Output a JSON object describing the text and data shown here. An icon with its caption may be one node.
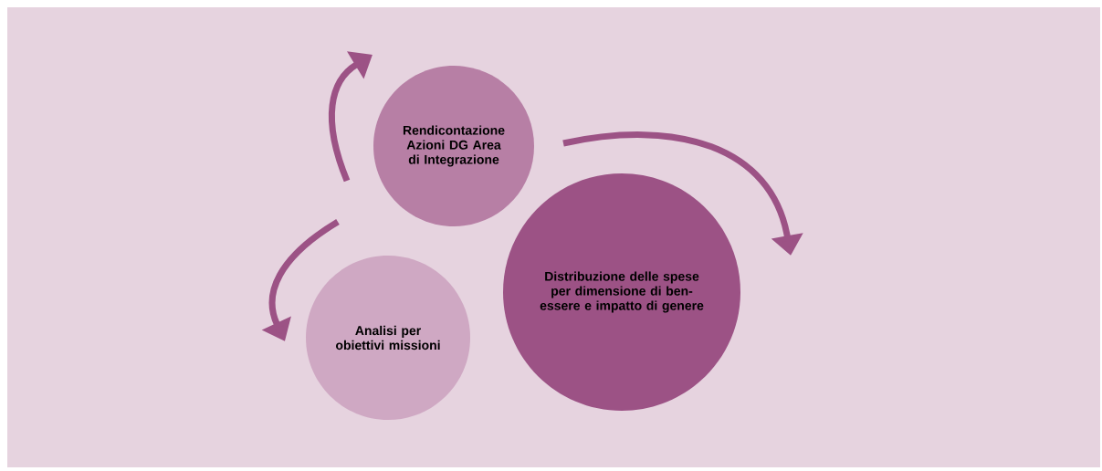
{
  "diagram": {
    "nodes": [
      {
        "text": [
          "Rendicontazione Azioni DG Area di Integrazione"
        ]
      },
      {
        "text": [
          "Analisi per obiettivi missioni"
        ]
      },
      {
        "text": [
          "Distribuzione delle spese per dimensione di ben-essere e impatto di genere"
        ]
      }
    ]
  }
}
